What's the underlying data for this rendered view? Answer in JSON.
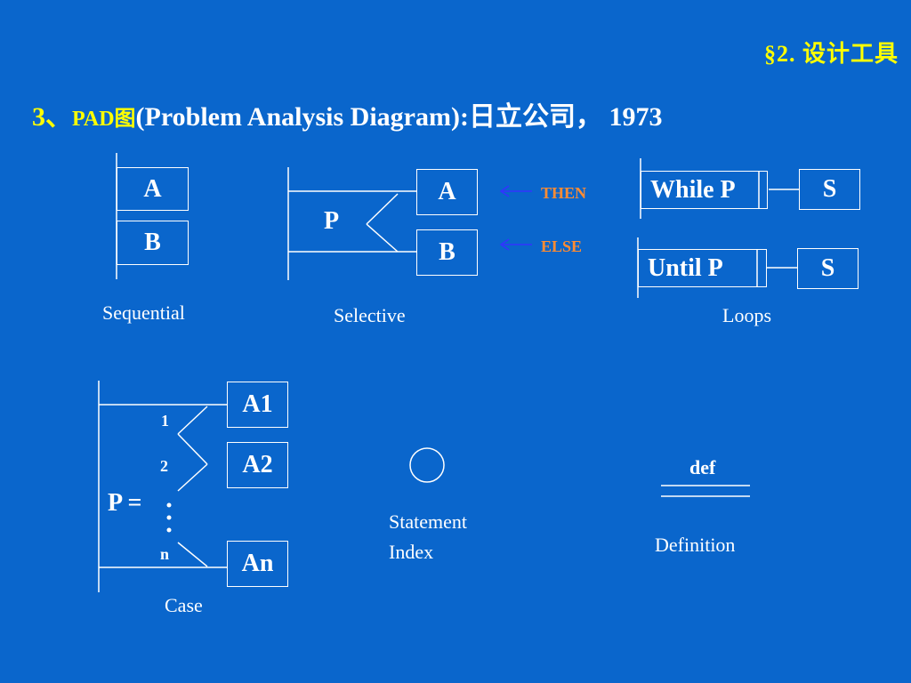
{
  "header": {
    "section": "§2. 设计工具",
    "title_num": "3、",
    "title_pad": "PAD图",
    "title_rest": "(Problem Analysis Diagram):日立公司， 1973"
  },
  "sequential": {
    "box_a": "A",
    "box_b": "B",
    "caption": "Sequential"
  },
  "selective": {
    "cond": "P",
    "box_a": "A",
    "box_b": "B",
    "then_label": "THEN",
    "else_label": "ELSE",
    "caption": "Selective"
  },
  "loops": {
    "while_label": "While P",
    "while_body": "S",
    "until_label": "Until P",
    "until_body": "S",
    "caption": "Loops"
  },
  "case": {
    "cond": "P =",
    "labels": [
      "1",
      "2",
      "n"
    ],
    "boxes": [
      "A1",
      "A2",
      "An"
    ],
    "caption": "Case"
  },
  "statement_index": {
    "caption_line1": "Statement",
    "caption_line2": "Index"
  },
  "definition": {
    "label": "def",
    "caption": "Definition"
  },
  "colors": {
    "background": "#0a66cc",
    "accent": "#ffff00",
    "arrow_label": "#ff8c33",
    "arrow": "#3333ff"
  }
}
